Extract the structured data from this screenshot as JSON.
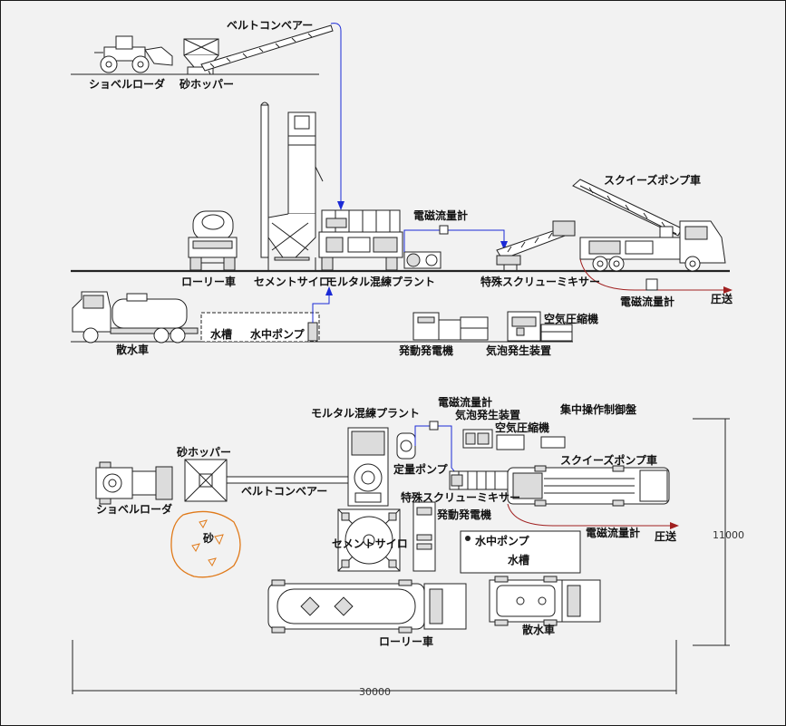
{
  "colors": {
    "pipe": "#1b2ad6",
    "pressure_line": "#a02020",
    "sand": "#e07a1a",
    "ink": "#111111"
  },
  "elevation": {
    "loader": "ショベルローダ",
    "sand_hopper": "砂ホッパー",
    "belt_conveyor": "ベルトコンベアー",
    "lorry": "ローリー車",
    "cement_silo": "セメントサイロ",
    "mortar_plant": "モルタル混練プラント",
    "flowmeter_top": "電磁流量計",
    "screw_mixer": "特殊スクリューミキサー",
    "squeeze_pump_truck": "スクイーズポンプ車",
    "flowmeter_bottom": "電磁流量計",
    "pressure_feed": "圧送",
    "sprinkler_truck": "散水車",
    "water_tank": "水槽",
    "submersible_pump": "水中ポンプ",
    "generator": "発動発電機",
    "foam_generator": "気泡発生装置",
    "air_compressor": "空気圧縮機"
  },
  "plan": {
    "mortar_plant": "モルタル混練プラント",
    "flowmeter": "電磁流量計",
    "foam_generator": "気泡発生装置",
    "air_compressor": "空気圧縮機",
    "central_control": "集中操作制御盤",
    "sand_hopper": "砂ホッパー",
    "metering_pump": "定量ポンプ",
    "squeeze_pump_truck": "スクイーズポンプ車",
    "belt_conveyor": "ベルトコンベアー",
    "screw_mixer": "特殊スクリューミキサー",
    "loader": "ショベルローダ",
    "generator": "発動発電機",
    "flowmeter_bottom": "電磁流量計",
    "pressure_feed": "圧送",
    "sand": "砂",
    "cement_silo": "セメントサイロ",
    "submersible_pump": "水中ポンプ",
    "water_tank": "水槽",
    "lorry": "ローリー車",
    "sprinkler_truck": "散水車",
    "dim_width": "30000",
    "dim_height": "11000"
  }
}
